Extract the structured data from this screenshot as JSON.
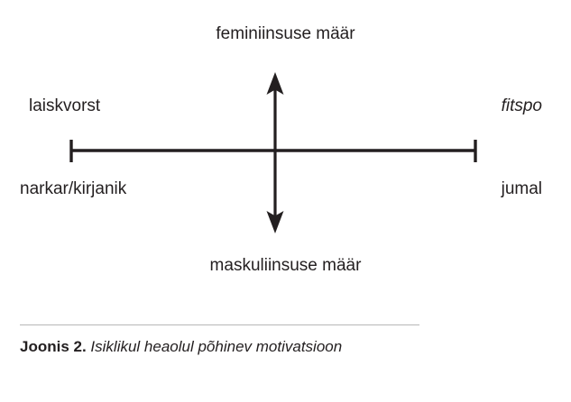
{
  "figure": {
    "axis_titles": {
      "top": "feminiinsuse määr",
      "bottom": "maskuliinsuse määr"
    },
    "quadrant_labels": {
      "top_left": "laiskvorst",
      "top_right": "fitspo",
      "bottom_left": "narkar/kirjanik",
      "bottom_right": "jumal"
    },
    "caption": {
      "figure_number": "Joonis 2.",
      "text": "Isiklikul heaolul põhinev motivatsioon"
    },
    "colors": {
      "ink": "#231f20",
      "rule": "#b7b7b7",
      "background": "#ffffff"
    }
  },
  "chart_data": {
    "type": "diagram",
    "title": "Joonis 2. Isiklikul heaolul põhinev motivatsioon",
    "axes": {
      "vertical": {
        "top_label": "feminiinsuse määr",
        "bottom_label": "maskuliinsuse määr",
        "arrow_ends": "both"
      },
      "horizontal": {
        "left_end_cap": "tick",
        "right_end_cap": "tick"
      }
    },
    "annotations": [
      {
        "position": "top-left",
        "text": "laiskvorst",
        "style": "regular"
      },
      {
        "position": "top-right",
        "text": "fitspo",
        "style": "italic"
      },
      {
        "position": "bottom-left",
        "text": "narkar/kirjanik",
        "style": "regular"
      },
      {
        "position": "bottom-right",
        "text": "jumal",
        "style": "regular"
      }
    ]
  }
}
